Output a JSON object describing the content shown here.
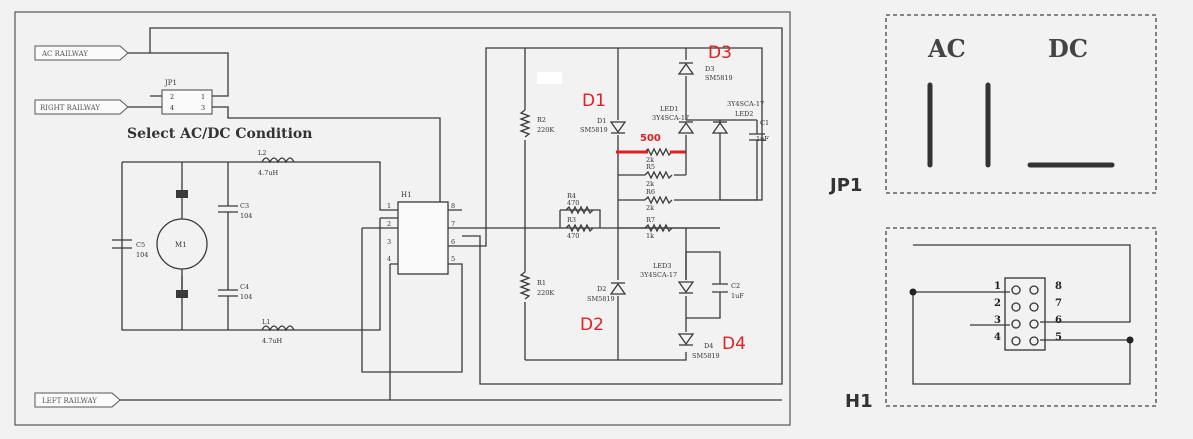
{
  "schematic": {
    "rails": {
      "ac": "AC RAILWAY",
      "right": "RIGHT RAILWAY",
      "left": "LEFT RAILWAY"
    },
    "title": "Select AC/DC Condition",
    "jp1": {
      "ref": "JP1",
      "pins": [
        "2",
        "1",
        "4",
        "3"
      ]
    },
    "h1": {
      "ref": "H1",
      "pins": [
        "1",
        "2",
        "3",
        "4",
        "8",
        "7",
        "6",
        "5"
      ]
    },
    "motor": "M1",
    "components": {
      "l2": {
        "ref": "L2",
        "value": "4.7uH"
      },
      "l1": {
        "ref": "L1",
        "value": "4.7uH"
      },
      "c3": {
        "ref": "C3",
        "value": "104"
      },
      "c4": {
        "ref": "C4",
        "value": "104"
      },
      "c5": {
        "ref": "C5",
        "value": "104"
      },
      "r1": {
        "ref": "R1",
        "value": "220K"
      },
      "r2": {
        "ref": "R2",
        "value": "220K"
      },
      "r3": {
        "ref": "R3",
        "value": "470"
      },
      "r4": {
        "ref": "R4",
        "value": "470"
      },
      "r5": {
        "ref": "R5",
        "value": "2k"
      },
      "r6": {
        "ref": "R6",
        "value": "2k"
      },
      "r7": {
        "ref": "R7",
        "value": "1k"
      },
      "rtop": {
        "value": "2k"
      },
      "d1": {
        "ref": "D1",
        "value": "SM5819"
      },
      "d2": {
        "ref": "D2",
        "value": "SM5819"
      },
      "d3": {
        "ref": "D3",
        "value": "SM5819"
      },
      "d4": {
        "ref": "D4",
        "value": "SM5819"
      },
      "led1": {
        "ref": "LED1",
        "value": "3Y4SCA-17"
      },
      "led2": {
        "ref": "LED2",
        "value": "3Y4SCA-17"
      },
      "led3": {
        "ref": "LED3",
        "value": "3Y4SCA-17"
      },
      "c1": {
        "ref": "C1",
        "value": "1uF"
      },
      "c2": {
        "ref": "C2",
        "value": "1uF"
      }
    },
    "annotations": {
      "d1": "D1",
      "d2": "D2",
      "d3": "D3",
      "d4": "D4",
      "r_mod": "500"
    }
  },
  "legend": {
    "jp1_title": "JP1",
    "ac": "AC",
    "dc": "DC",
    "h1_title": "H1",
    "h1_pins_left": [
      "1",
      "2",
      "3",
      "4"
    ],
    "h1_pins_right": [
      "8",
      "7",
      "6",
      "5"
    ]
  },
  "colors": {
    "annotation": "#e02020",
    "line": "#3a3a3a",
    "background": "#f2f2f2"
  }
}
